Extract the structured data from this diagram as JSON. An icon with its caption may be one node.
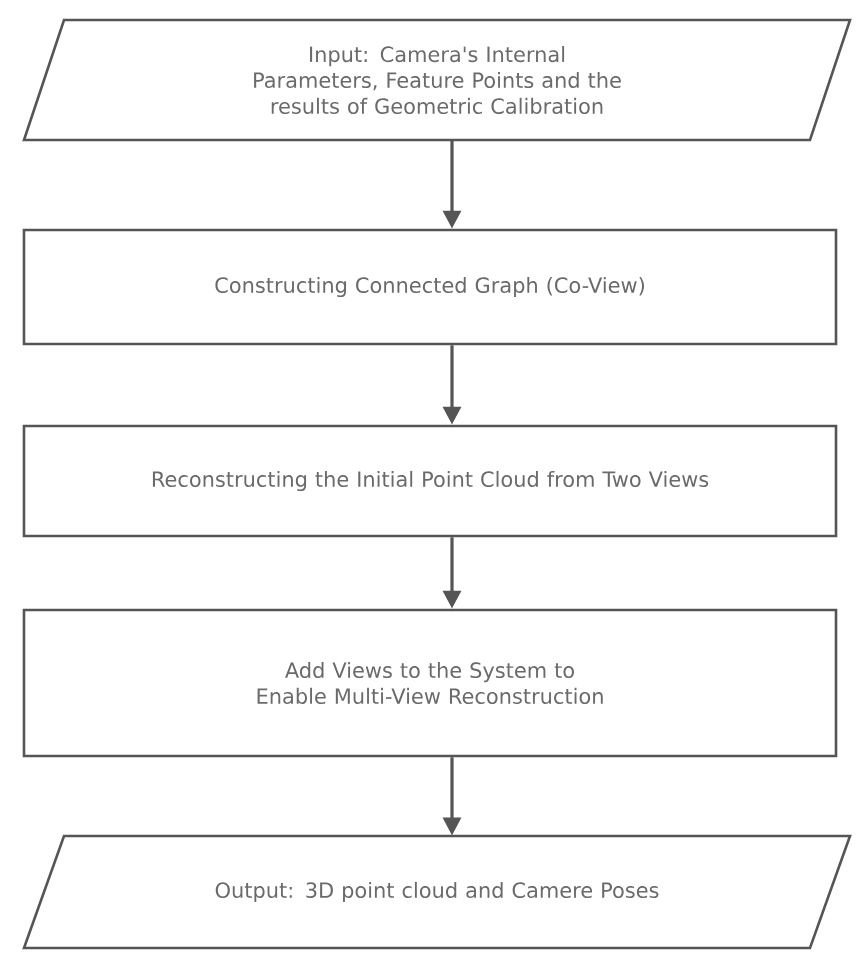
{
  "diagram": {
    "nodes": [
      {
        "text": [
          "Input: Camera's Internal Parameters, Feature Points and the results of Geometric Calibration"
        ]
      },
      {
        "text": [
          "Constructing Connected Graph (Co-View)"
        ]
      },
      {
        "text": [
          "Reconstructing the Initial Point Cloud from Two Views"
        ]
      },
      {
        "text": [
          "Add Views to the System to Enable Multi-View Reconstruction"
        ]
      },
      {
        "text": [
          "Output: 3D point cloud and Camere Poses"
        ]
      }
    ],
    "edges": [
      {
        "from": 0,
        "to": 1,
        "arrow": "to"
      },
      {
        "from": 1,
        "to": 2,
        "arrow": "to"
      },
      {
        "from": 2,
        "to": 3,
        "arrow": "to"
      },
      {
        "from": 3,
        "to": 4,
        "arrow": "to"
      }
    ]
  }
}
